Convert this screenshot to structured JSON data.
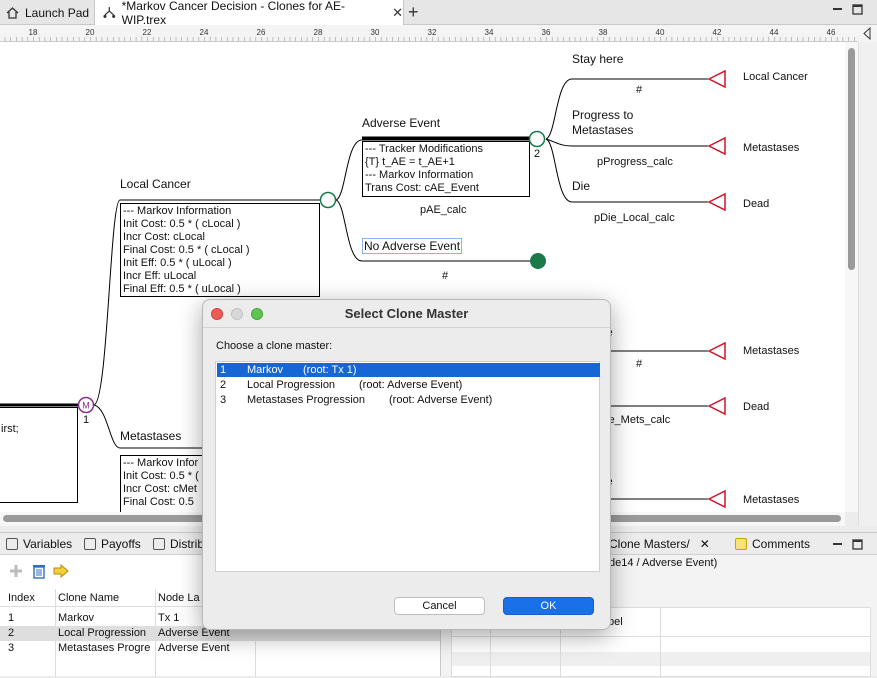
{
  "tabs": {
    "launch_pad": "Launch Pad",
    "document": "*Markov Cancer Decision - Clones for AE-WIP.trex",
    "close": "✕",
    "new_tab": "+"
  },
  "ruler": {
    "ticks": [
      "18",
      "20",
      "22",
      "24",
      "26",
      "28",
      "30",
      "32",
      "34",
      "36",
      "38",
      "40",
      "42",
      "44",
      "46"
    ]
  },
  "tree": {
    "local_cancer": {
      "label": "Local Cancer",
      "box": [
        "--- Markov Information",
        "Init Cost: 0.5 * ( cLocal )",
        "Incr Cost: cLocal",
        "Final Cost: 0.5 * ( cLocal )",
        "Init Eff: 0.5 * ( uLocal )",
        "Incr Eff: uLocal",
        "Final Eff: 0.5 * ( uLocal )"
      ]
    },
    "adverse_event": {
      "label": "Adverse Event",
      "box": [
        "--- Tracker Modifications",
        "{T} t_AE = t_AE+1",
        "--- Markov Information",
        "Trans Cost: cAE_Event"
      ],
      "prob": "pAE_calc",
      "node_num": "2"
    },
    "no_adverse_event": {
      "label": "No Adverse Event",
      "prob": "#"
    },
    "stay_here": {
      "label": "Stay here",
      "prob": "#",
      "terminal": "Local Cancer"
    },
    "progress": {
      "label_line1": "Progress to",
      "label_line2": "Metastases",
      "prob": "pProgress_calc",
      "terminal": "Metastases"
    },
    "die": {
      "label": "Die",
      "prob": "pDie_Local_calc",
      "terminal": "Dead"
    },
    "markov_node": {
      "symbol": "M",
      "num": "1"
    },
    "left_box_text": "irst;",
    "metastases": {
      "label": "Metastases",
      "box": [
        "--- Markov Infor",
        "Init Cost: 0.5 * (",
        "Incr Cost: cMet",
        "Final Cost: 0.5"
      ]
    },
    "lower_branches": [
      {
        "fragment": "e",
        "prob": "#",
        "terminal": "Metastases"
      },
      {
        "prob_fragment": "ie_Mets_calc",
        "terminal": "Dead"
      },
      {
        "fragment": "e",
        "terminal": "Metastases"
      }
    ]
  },
  "bottom_left": {
    "tabs": [
      "Variables",
      "Payoffs",
      "Distrib"
    ],
    "columns": [
      "Index",
      "Clone Name",
      "Node La"
    ],
    "rows": [
      [
        "1",
        "Markov",
        "Tx 1"
      ],
      [
        "2",
        "Local Progression",
        "Adverse Event"
      ],
      [
        "3",
        "Metastases Progre",
        "Adverse Event"
      ]
    ]
  },
  "bottom_right": {
    "tabs": [
      "Clone Masters/",
      "Comments"
    ],
    "header_fragment": "de14 / Adverse Event)",
    "col_fragment": "bel"
  },
  "dialog": {
    "title": "Select Clone Master",
    "prompt": "Choose a clone master:",
    "items": [
      {
        "index": "1",
        "name": "Markov",
        "root": "(root: Tx 1)"
      },
      {
        "index": "2",
        "name": "Local Progression",
        "root": "(root: Adverse Event)"
      },
      {
        "index": "3",
        "name": "Metastases Progression",
        "root": "(root: Adverse Event)"
      }
    ],
    "cancel": "Cancel",
    "ok": "OK"
  },
  "colors": {
    "accent": "#1766d6",
    "node_green": "#1a7a4a",
    "terminal_red": "#d3142a",
    "markov_purple": "#8a2f8f"
  }
}
